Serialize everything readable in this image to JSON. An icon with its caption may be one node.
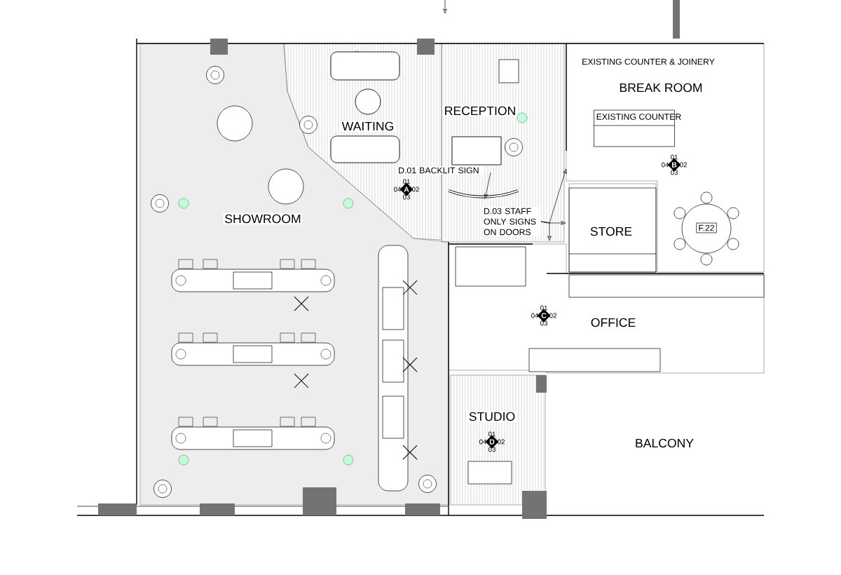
{
  "diagram": {
    "nodes": [
      {
        "text": [
          "SHOWROOM"
        ]
      },
      {
        "text": [
          "WAITING"
        ]
      },
      {
        "text": [
          "RECEPTION"
        ]
      },
      {
        "text": [
          "BREAK ROOM"
        ]
      },
      {
        "text": [
          "EXISTING COUNTER"
        ],
        "in": 3
      },
      {
        "text": [
          "F.22"
        ],
        "in": 3
      },
      {
        "text": [
          "STORE"
        ]
      },
      {
        "text": [
          "OFFICE"
        ]
      },
      {
        "text": [
          "STUDIO"
        ]
      },
      {
        "text": [
          "BALCONY"
        ]
      },
      {
        "text": [
          "A"
        ],
        "in": 1,
        "beside": [
          "01",
          "04",
          "02",
          "03"
        ]
      },
      {
        "text": [
          "B"
        ],
        "in": 3,
        "beside": [
          "01",
          "04",
          "02",
          "03"
        ]
      },
      {
        "text": [
          "C"
        ],
        "in": 7,
        "beside": [
          "01",
          "04",
          "02",
          "03"
        ]
      },
      {
        "text": [
          "D"
        ],
        "in": 8,
        "beside": [
          "01",
          "04",
          "02",
          "03"
        ]
      },
      {
        "text": [],
        "shape": "bar",
        "in": 2
      },
      {
        "text": [
          "D.03 STAFF ONLY SIGNS ON DOORS"
        ],
        "in": 2
      }
    ],
    "edges": [
      {
        "from": null,
        "to": 14,
        "arrow": "to"
      },
      {
        "from": 15,
        "to": null,
        "arrow": "to"
      },
      {
        "from": 15,
        "to": null,
        "arrow": "to"
      },
      {
        "from": 15,
        "to": null,
        "arrow": "to"
      }
    ],
    "labels": [
      "EXISTING COUNTER & JOINERY",
      "D.01 BACKLIT SIGN"
    ]
  }
}
